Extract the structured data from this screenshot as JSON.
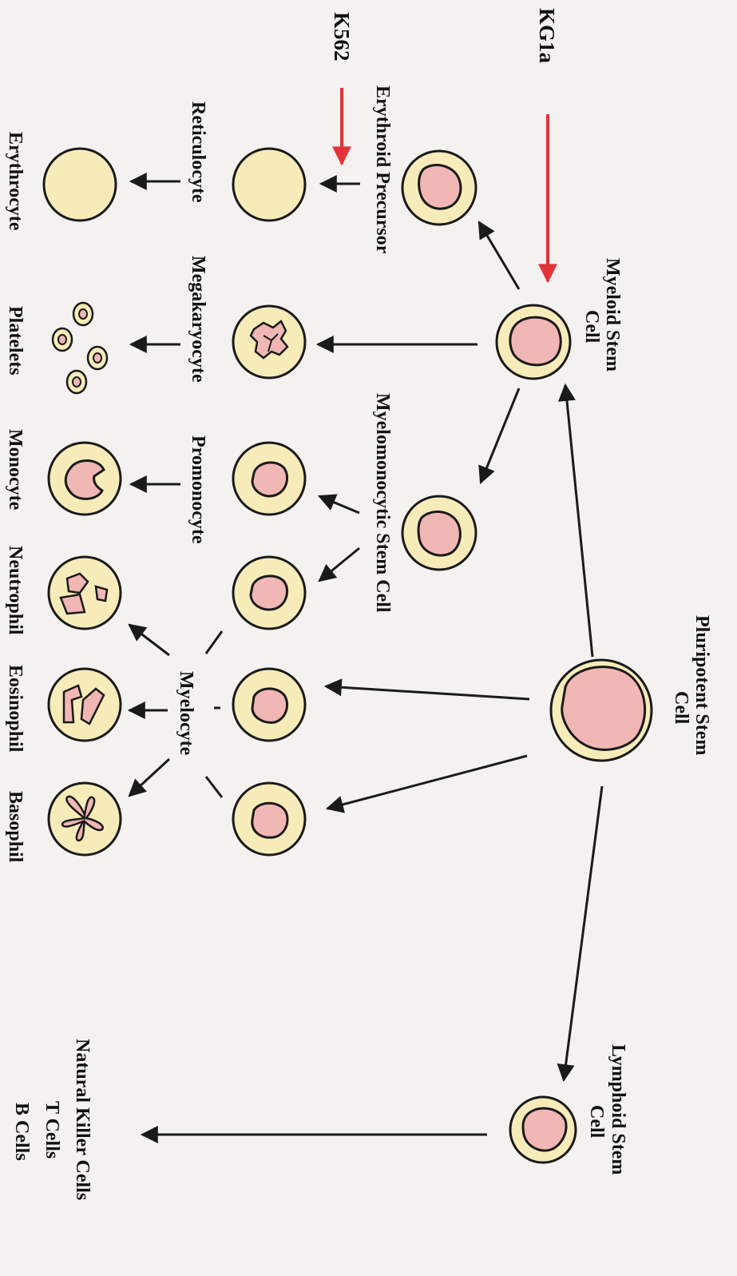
{
  "labels": {
    "kg1a": "KG1a",
    "k562": "K562",
    "myeloid_stem_1": "Myeloid Stem",
    "myeloid_stem_2": "Cell",
    "pluripotent_1": "Pluripotent Stem",
    "pluripotent_2": "Cell",
    "lymphoid_1": "Lymphoid Stem",
    "lymphoid_2": "Cell",
    "erythroid_precursor": "Erythroid Precursor",
    "myelomonocytic": "Myelomonocytic Stem Cell",
    "reticulocyte": "Reticulocyte",
    "megakaryocyte": "Megakaryocyte",
    "promonocyte": "Promonocyte",
    "myelocyte": "Myelocyte",
    "erythrocyte": "Erythrocyte",
    "platelets": "Platelets",
    "monocyte": "Monocyte",
    "neutrophil": "Neutrophil",
    "eosinophil": "Eosinophil",
    "basophil": "Basophil",
    "nk_cells": "Natural Killer Cells",
    "t_cells": "T Cells",
    "b_cells": "B Cells"
  },
  "colors": {
    "cytoplasm": "#f7ecb9",
    "nucleus": "#f1b7b4",
    "outline": "#1a1a1a",
    "cell_line_arrow": "#e2333a",
    "background": "#f3f2f0"
  }
}
